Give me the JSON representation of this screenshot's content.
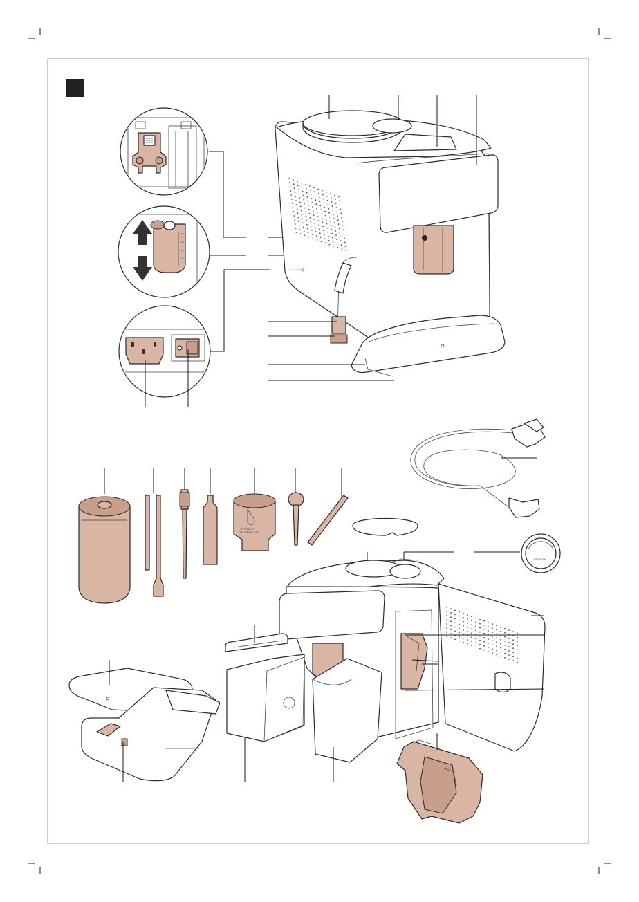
{
  "sheet": {
    "section_marker_color": "#222222",
    "accent_color": "#d9b6a3",
    "print_labels": {
      "water_filter_brand_line1": "INTENZA+",
      "water_filter_brand_line2": "TECHNOLOGY",
      "indicator_label": "INTENZA"
    },
    "icons": [
      "crop-marks",
      "section-marker-square",
      "leader-lines"
    ]
  }
}
